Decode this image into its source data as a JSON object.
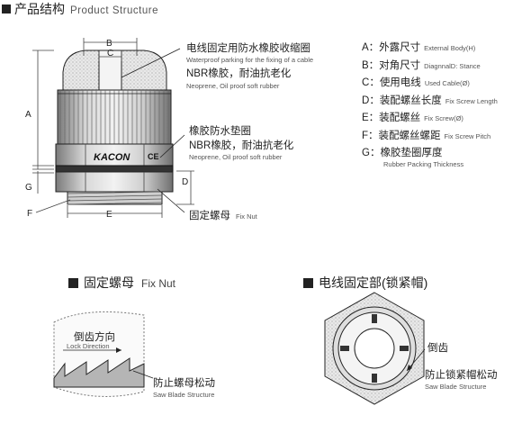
{
  "header": {
    "title_cn": "产品结构",
    "title_en": "Product Structure"
  },
  "drawing": {
    "dims": {
      "A": "A",
      "B": "B",
      "C": "C",
      "D": "D",
      "E": "E",
      "F": "F",
      "G": "G"
    },
    "brand": "KACON",
    "ce_mark": "CE"
  },
  "callouts": {
    "seal": {
      "cn": "电线固定用防水橡胶收缩圈",
      "en": "Waterproof parking for the fixing of a cable",
      "mat_cn": "NBR橡胶，耐油抗老化",
      "mat_en": "Neoprene, Oil proof soft rubber"
    },
    "gasket": {
      "cn": "橡胶防水垫圈",
      "mat_cn": "NBR橡胶，耐油抗老化",
      "mat_en": "Neoprene, Oil proof soft rubber"
    },
    "nut": {
      "cn": "固定螺母",
      "en": "Fix Nut"
    }
  },
  "specs": [
    {
      "key": "A",
      "cn": "外露尺寸",
      "en": "External Body(H)"
    },
    {
      "key": "B",
      "cn": "对角尺寸",
      "en": "DiagnnalD: Stance"
    },
    {
      "key": "C",
      "cn": "使用电线",
      "en": "Used Cable(Ø)"
    },
    {
      "key": "D",
      "cn": "装配螺丝长度",
      "en": "Fix Screw Length"
    },
    {
      "key": "E",
      "cn": "装配螺丝",
      "en": "Fix Screw(Ø)"
    },
    {
      "key": "F",
      "cn": "装配螺丝螺距",
      "en": "Fix Screw Pitch"
    },
    {
      "key": "G",
      "cn": "橡胶垫圈厚度",
      "en": "Rubber Packing Thickness"
    }
  ],
  "spec_colon": "：",
  "section_nut": {
    "cn": "固定螺母",
    "en": "Fix Nut"
  },
  "section_cap": {
    "cn": "电线固定部(锁紧帽)"
  },
  "nut_detail": {
    "dir_cn": "倒齿方向",
    "dir_en": "Lock Direction",
    "stop_cn": "防止螺母松动",
    "stop_en": "Saw Blade Structure"
  },
  "cap_detail": {
    "tooth_cn": "倒齿",
    "stop_cn": "防止锁紧帽松动",
    "stop_en": "Saw Blade Structure"
  },
  "colors": {
    "ink": "#222222",
    "muted": "#555555",
    "metal_light": "#e6e6e6",
    "metal_dark": "#7a7a7a"
  }
}
